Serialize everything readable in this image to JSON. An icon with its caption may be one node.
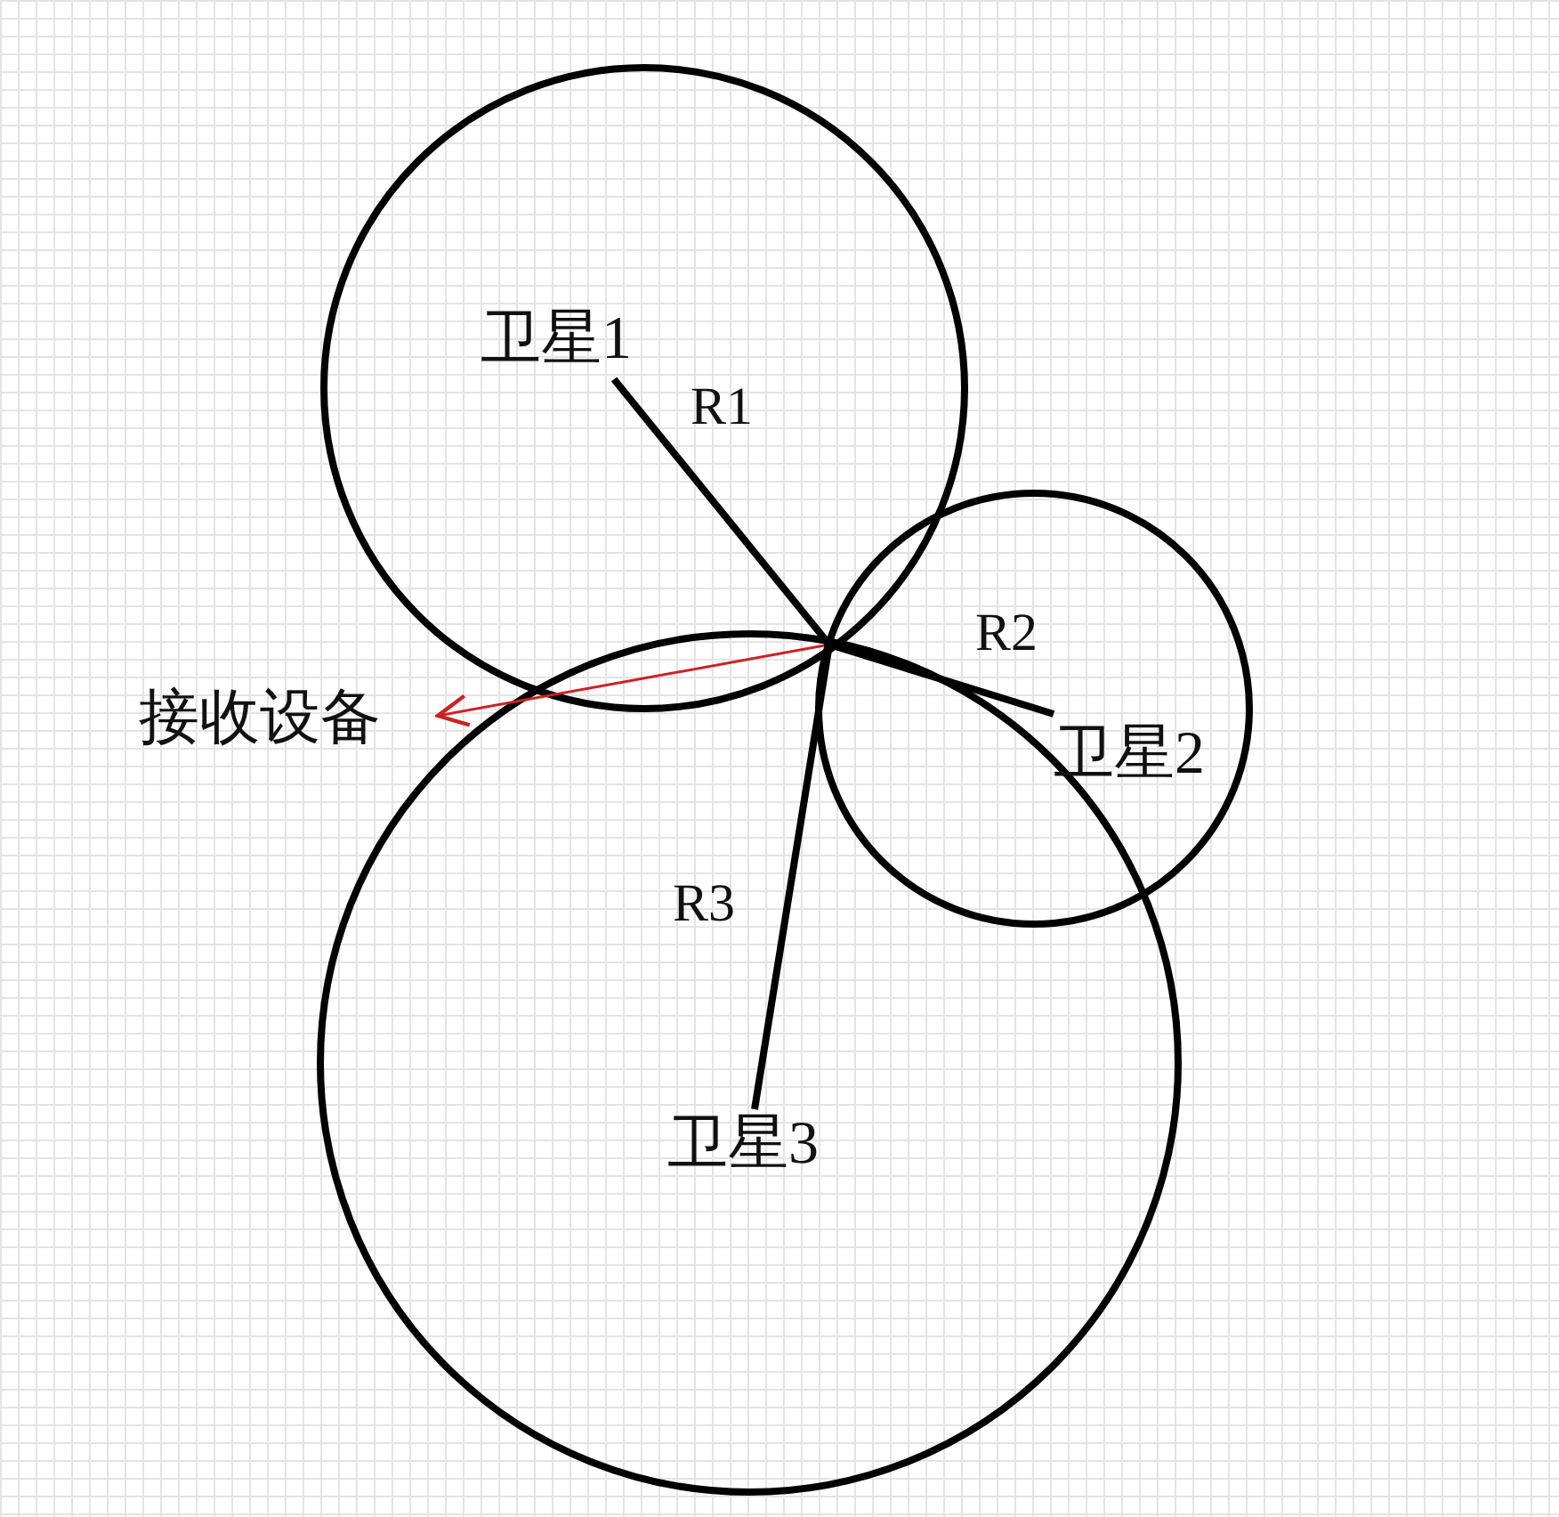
{
  "diagram": {
    "nodes": [
      {
        "text": [
          "卫星1"
        ]
      },
      {
        "text": [],
        "shape": "point"
      },
      {
        "text": [
          "接收设备"
        ]
      },
      {
        "text": [
          "卫星2"
        ]
      },
      {
        "text": [
          "卫星3"
        ]
      }
    ],
    "edges": [
      {
        "from": 0,
        "to": 1,
        "arrow": "none",
        "label": "R1"
      },
      {
        "from": 3,
        "to": 1,
        "arrow": "none",
        "label": "R2"
      },
      {
        "from": 4,
        "to": 1,
        "arrow": "none",
        "label": "R3"
      },
      {
        "from": 1,
        "to": 2,
        "arrow": "to",
        "color": "#cc2222"
      }
    ]
  }
}
